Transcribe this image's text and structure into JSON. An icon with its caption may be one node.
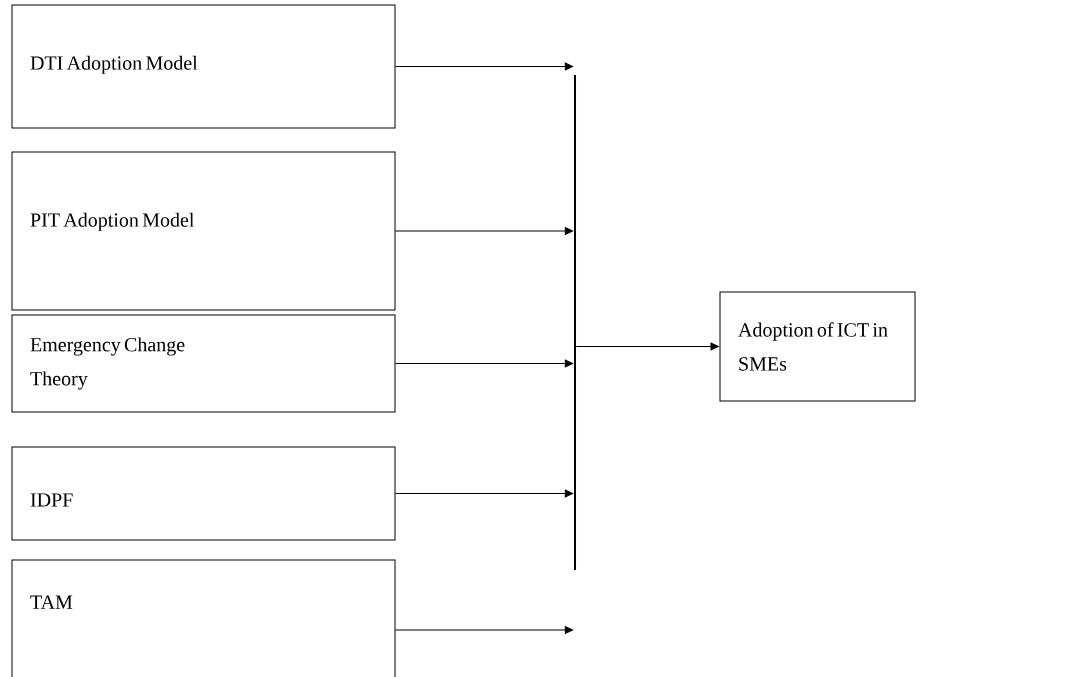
{
  "diagram": {
    "nodes": [
      {
        "text": [
          "DTI Adoption Model"
        ]
      },
      {
        "text": [
          "PIT Adoption Model"
        ]
      },
      {
        "text": [
          "Emergency Change Theory"
        ]
      },
      {
        "text": [
          "IDPF"
        ]
      },
      {
        "text": [
          "TAM"
        ]
      },
      {
        "text": [],
        "shape": "bar"
      },
      {
        "text": [
          "Adoption of ICT in SMEs"
        ]
      }
    ],
    "edges": [
      {
        "from": 0,
        "to": 5,
        "arrow": "to"
      },
      {
        "from": 1,
        "to": 5,
        "arrow": "to"
      },
      {
        "from": 2,
        "to": 5,
        "arrow": "to"
      },
      {
        "from": 3,
        "to": 5,
        "arrow": "to"
      },
      {
        "from": 4,
        "to": 5,
        "arrow": "to"
      },
      {
        "from": 5,
        "to": 6,
        "arrow": "to"
      }
    ]
  }
}
